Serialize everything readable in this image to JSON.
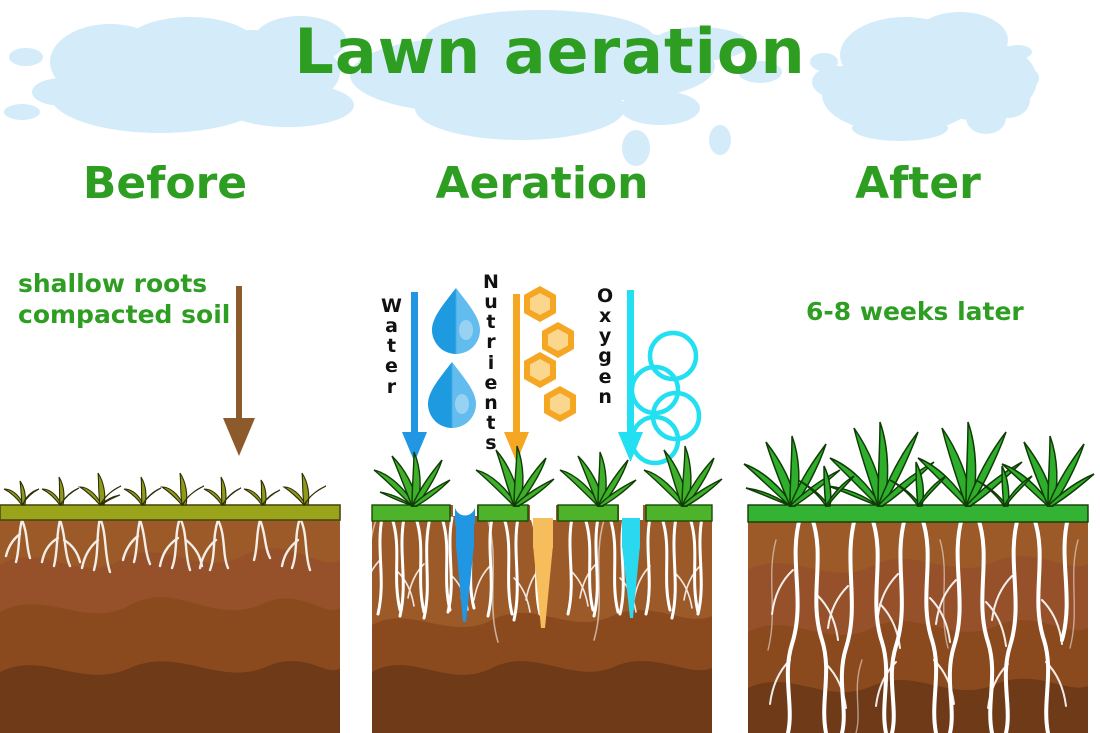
{
  "page": {
    "title": "Lawn aeration",
    "background": "#ffffff",
    "accent_green": "#2e9e22",
    "cloud_color": "#d4ebfa"
  },
  "panels": [
    {
      "id": "before",
      "heading": "Before",
      "caption_line1": "shallow roots",
      "caption_line2": "compacted soil",
      "arrow": {
        "name": "downward-arrow",
        "color": "#8c5a2b"
      },
      "surface_color": "#9aa41b",
      "grass_color": "#8f9a1a",
      "soil_top": "#9b5a28",
      "soil_mid": "#8b4a1e",
      "soil_low": "#6e3a17",
      "root_color": "#f2ede7",
      "root_depth_label": "shallow"
    },
    {
      "id": "aeration",
      "heading": "Aeration",
      "surface_color": "#4cb32b",
      "grass_color": "#3fae2a",
      "soil_top": "#9b5a28",
      "soil_mid": "#8b4a1e",
      "soil_low": "#6e3a17",
      "root_color": "#ffffff",
      "flows": [
        {
          "name": "water",
          "label": "Water",
          "letters": [
            "W",
            "a",
            "t",
            "e",
            "r"
          ],
          "color": "#2196e3",
          "icon": "water-droplet",
          "icon_count": 2
        },
        {
          "name": "nutrients",
          "label": "Nutrients",
          "letters": [
            "N",
            "u",
            "t",
            "r",
            "i",
            "e",
            "n",
            "t",
            "s"
          ],
          "color": "#f5a623",
          "icon": "hexagon",
          "icon_count": 4
        },
        {
          "name": "oxygen",
          "label": "Oxygen",
          "letters": [
            "O",
            "x",
            "y",
            "g",
            "e",
            "n"
          ],
          "color": "#22dff2",
          "icon": "bubble-circle",
          "icon_count": 4
        }
      ],
      "holes": [
        {
          "name": "aeration-hole-water",
          "fill": "#2196e3"
        },
        {
          "name": "aeration-hole-nutrients",
          "fill": "#f5bd5c"
        },
        {
          "name": "aeration-hole-oxygen",
          "fill": "#2ad8ef"
        }
      ]
    },
    {
      "id": "after",
      "heading": "After",
      "caption_line1": "6-8 weeks later",
      "surface_color": "#34b233",
      "grass_color": "#2fae2c",
      "soil_top": "#9b5a28",
      "soil_mid": "#8b4a1e",
      "soil_low": "#6e3a17",
      "root_color": "#ffffff",
      "root_depth_label": "deep"
    }
  ],
  "chart_data": {
    "type": "diagram",
    "title": "Lawn aeration",
    "stages": [
      "Before",
      "Aeration",
      "After"
    ],
    "notes": [
      "shallow roots",
      "compacted soil",
      "6-8 weeks later"
    ],
    "inputs": [
      "Water",
      "Nutrients",
      "Oxygen"
    ]
  }
}
